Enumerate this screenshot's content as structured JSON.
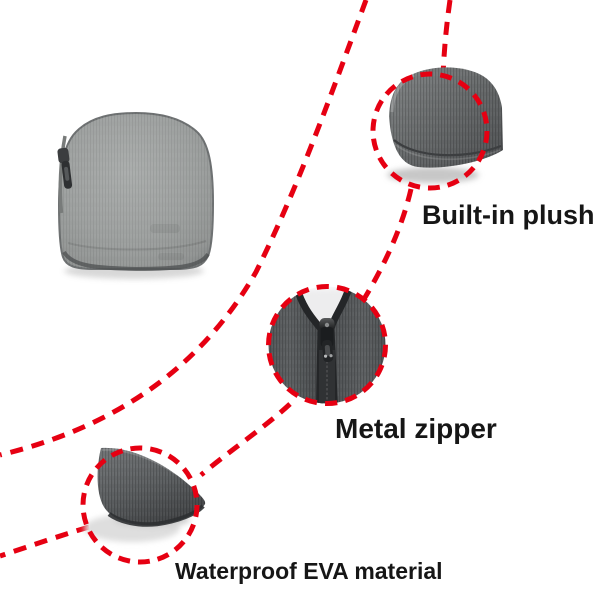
{
  "callouts": [
    {
      "id": "plush",
      "label": "Built-in plush"
    },
    {
      "id": "zipper",
      "label": "Metal zipper"
    },
    {
      "id": "eva",
      "label": "Waterproof EVA material"
    }
  ],
  "colors": {
    "accent_red": "#e60012",
    "case_gray": "#9b9e9d",
    "closeup_dark_gray": "#5d6062",
    "zipper_black": "#232527",
    "label_text": "#161616",
    "background": "#ffffff"
  }
}
